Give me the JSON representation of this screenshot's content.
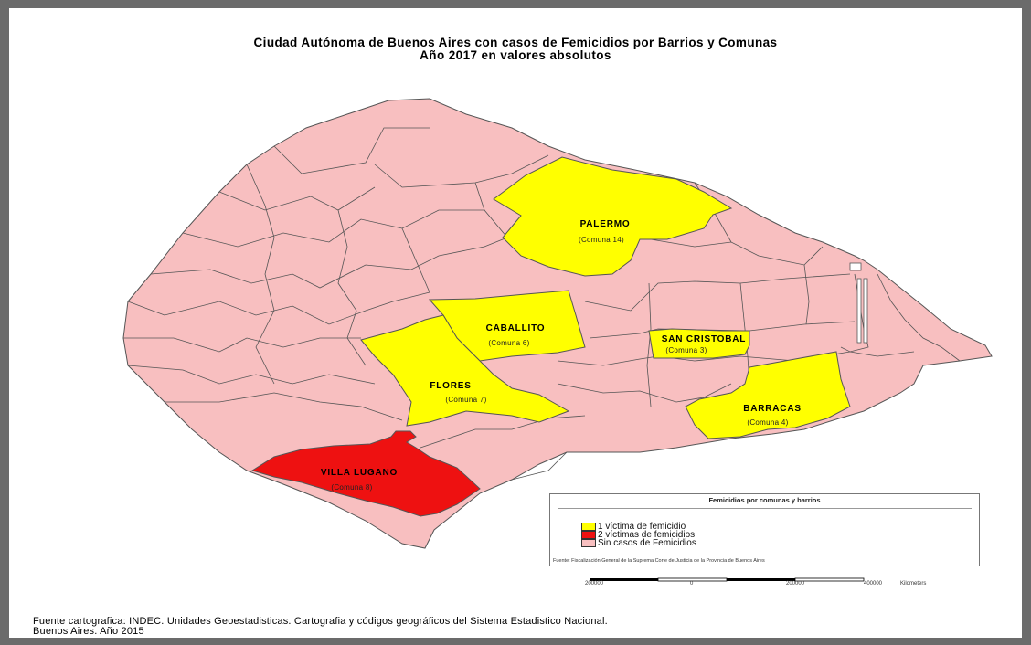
{
  "title": {
    "line1": "Ciudad Autónoma de Buenos Aires con casos de Femicidios por Barrios y Comunas",
    "line2": "Año 2017 en valores absolutos"
  },
  "colors": {
    "one_victim": "#ffff00",
    "two_victims": "#ee1111",
    "no_cases": "#f8bfc0",
    "border": "#555555"
  },
  "regions": [
    {
      "name": "PALERMO",
      "comuna": "(Comuna 14)",
      "victims": 1
    },
    {
      "name": "CABALLITO",
      "comuna": "(Comuna 6)",
      "victims": 1
    },
    {
      "name": "SAN CRISTOBAL",
      "comuna": "(Comuna 3)",
      "victims": 1
    },
    {
      "name": "FLORES",
      "comuna": "(Comuna 7)",
      "victims": 1
    },
    {
      "name": "BARRACAS",
      "comuna": "(Comuna 4)",
      "victims": 1
    },
    {
      "name": "VILLA LUGANO",
      "comuna": "(Comuna 8)",
      "victims": 2
    }
  ],
  "legend": {
    "title": "Femicidios por comunas y barrios",
    "items": [
      {
        "label": "1 víctima de femicidio",
        "color": "#ffff00"
      },
      {
        "label": "2 víctimas de femicidios",
        "color": "#ee1111"
      },
      {
        "label": "Sin casos de Femicidios",
        "color": "#f8bfc0"
      }
    ],
    "source": "Fuente: Fiscalización General de la Suprema Corte de Justicia de la Provincia de Buenos Aires"
  },
  "scale": {
    "ticks": [
      "200000",
      "0",
      "200000",
      "400000"
    ],
    "unit": "Kilometers"
  },
  "footer": {
    "line1": "Fuente cartografica: INDEC. Unidades Geoestadisticas. Cartografia y códigos geográficos del Sistema Estadistico Nacional.",
    "line2": "Buenos Aires. Año 2015"
  }
}
